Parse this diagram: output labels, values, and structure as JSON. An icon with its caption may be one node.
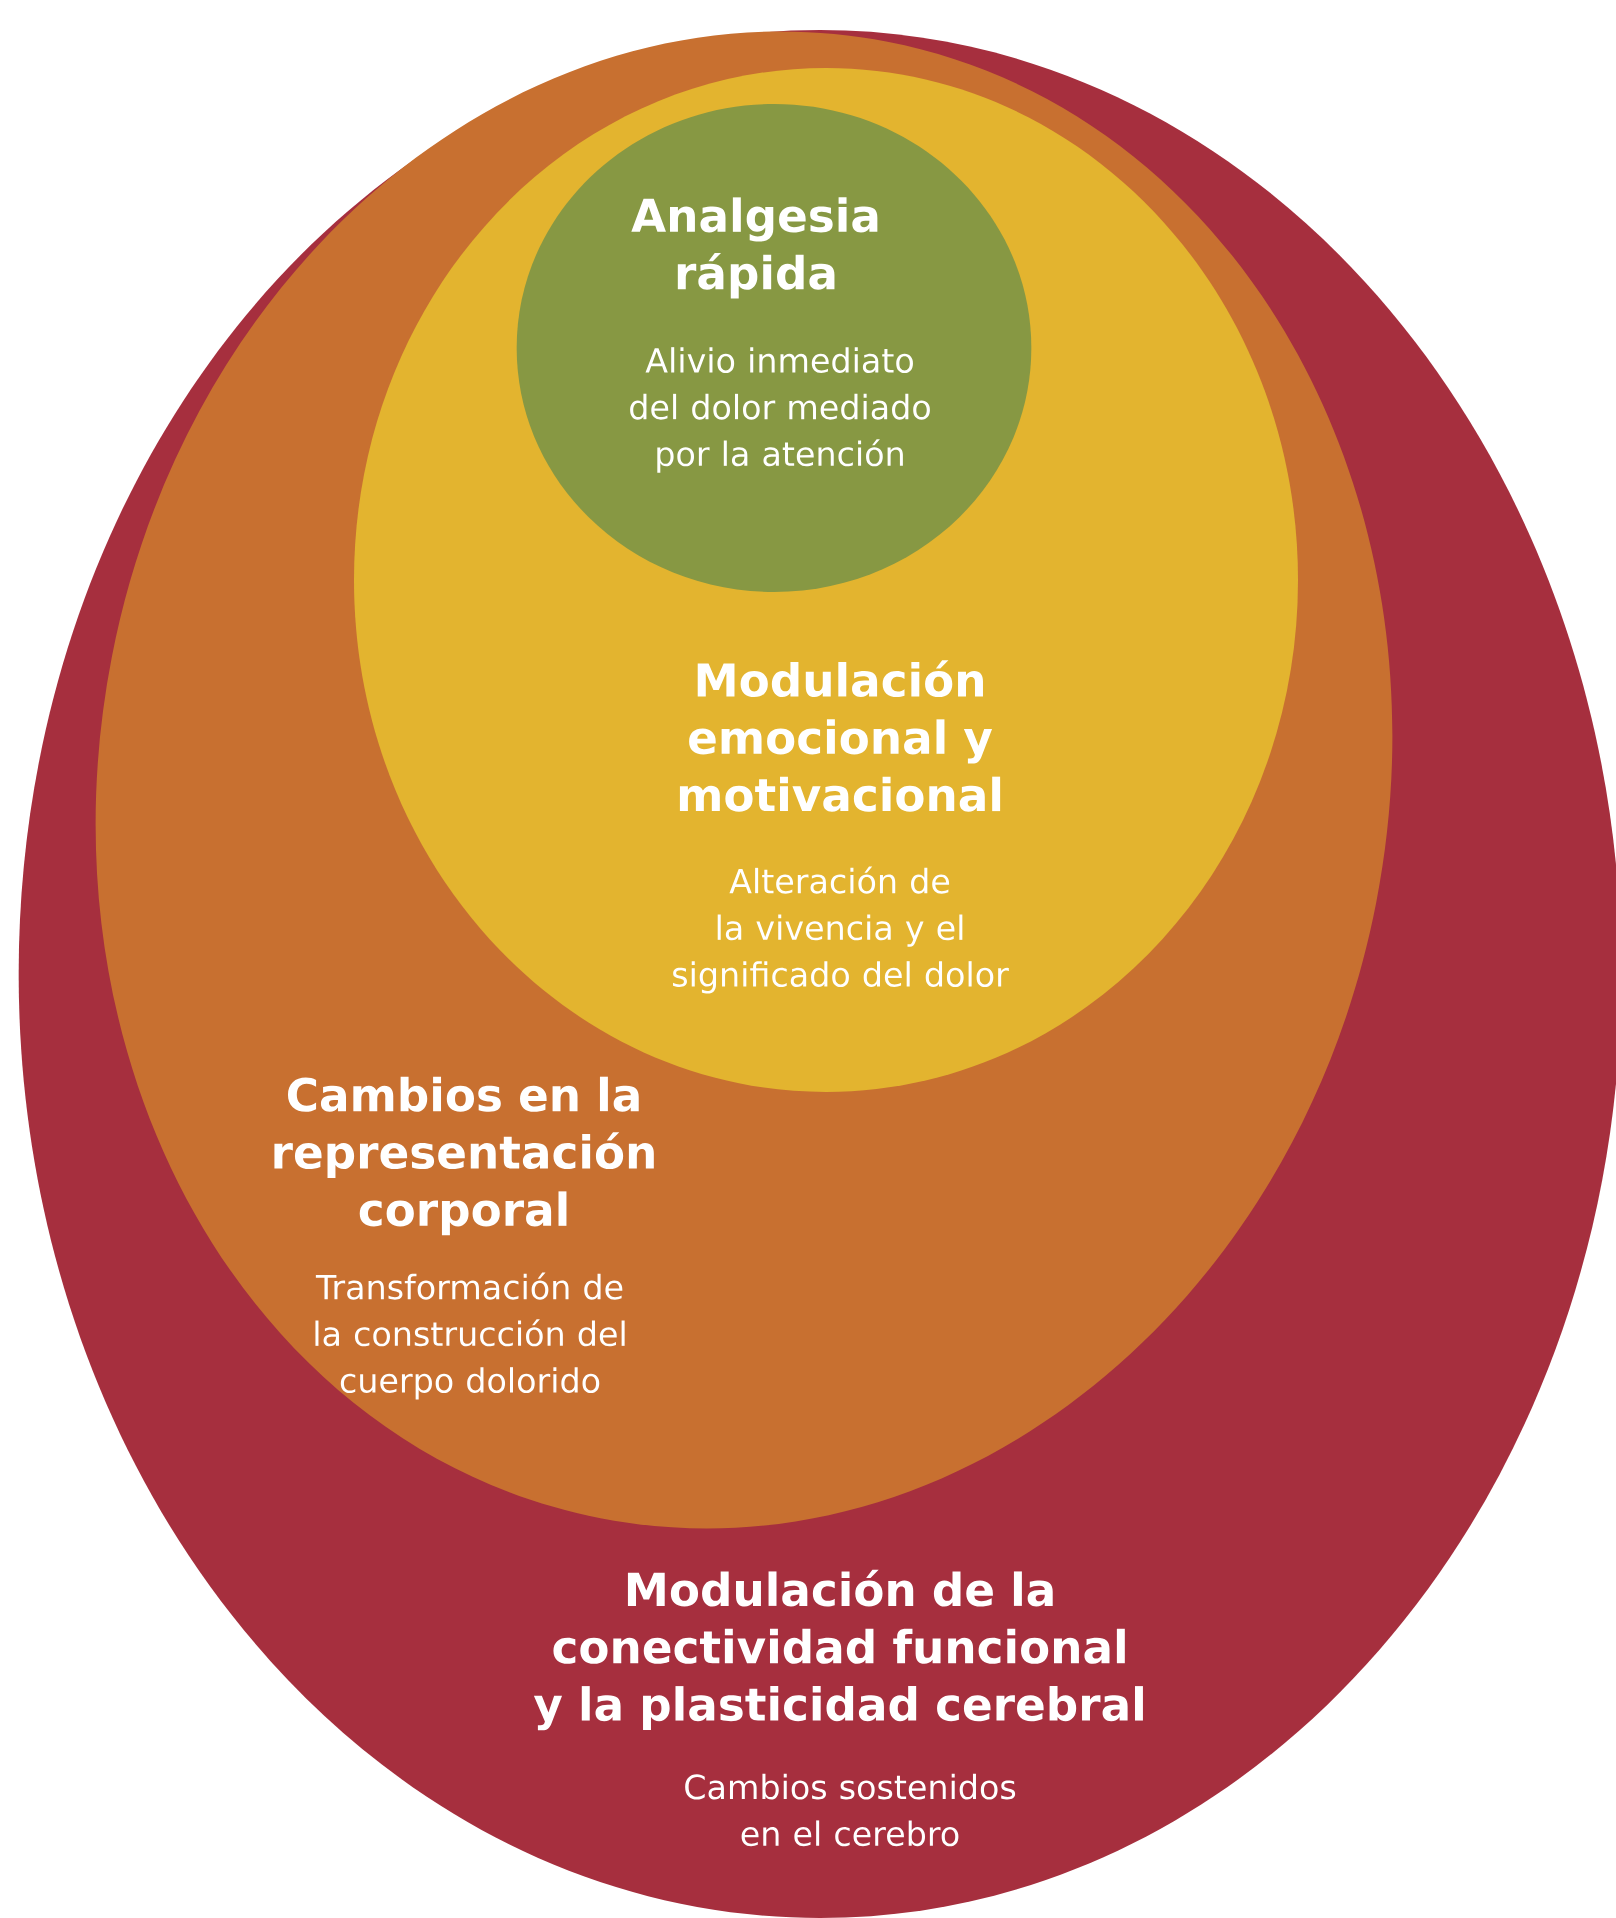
{
  "diagram": {
    "nodes": [
      {
        "text": [
          "Modulación de la conectividad funcional y la plasticidad cerebral",
          "Cambios sostenidos en el cerebro"
        ]
      },
      {
        "text": [
          "Cambios en la representación corporal",
          "Transformación de la construcción del cuerpo dolorido"
        ],
        "in": 0
      },
      {
        "text": [
          "Modulación emocional y motivacional",
          "Alteración de la vivencia y el significado del dolor"
        ],
        "in": 1
      },
      {
        "text": [
          "Analgesia rápida",
          "Alivio inmediato del dolor mediado por la atención"
        ],
        "in": 2
      }
    ]
  }
}
